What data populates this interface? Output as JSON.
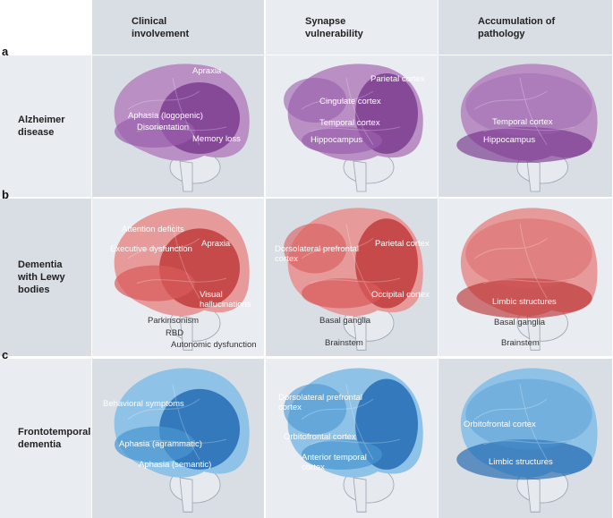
{
  "columns": [
    "Clinical involvement",
    "Synapse vulnerability",
    "Accumulation of pathology"
  ],
  "rows": [
    {
      "letter": "a",
      "name": "Alzheimer disease",
      "colors": {
        "base": "#b98fc4",
        "mid": "#9a5fae",
        "deep": "#6f2b86"
      },
      "cells": [
        [
          "Apraxia",
          "Aphasia (logopenic)",
          "Disorientation",
          "Memory loss"
        ],
        [
          "Parietal cortex",
          "Cingulate cortex",
          "Temporal cortex",
          "Hippocampus"
        ],
        [
          "Temporal cortex",
          "Hippocampus"
        ]
      ]
    },
    {
      "letter": "b",
      "name": "Dementia with Lewy bodies",
      "colors": {
        "base": "#e79a9a",
        "mid": "#d85a5a",
        "deep": "#b82828"
      },
      "cells": [
        [
          "Attention deficits",
          "Executive dysfunction",
          "Apraxia",
          "Visual hallucinations",
          "Parkinsonism",
          "RBD",
          "Autonomic dysfunction"
        ],
        [
          "Dorsolateral prefrontal cortex",
          "Parietal cortex",
          "Occipital cortex",
          "Basal ganglia",
          "Brainstem"
        ],
        [
          "Limbic structures",
          "Basal ganglia",
          "Brainstem"
        ]
      ]
    },
    {
      "letter": "c",
      "name": "Frontotemporal dementia",
      "colors": {
        "base": "#8ec2e6",
        "mid": "#4a95d0",
        "deep": "#0d5aa8"
      },
      "cells": [
        [
          "Behavioral symptoms",
          "Aphasia (agrammatic)",
          "Aphasia (semantic)"
        ],
        [
          "Dorsolateral prefrontal cortex",
          "Orbitofrontal cortex",
          "Anterior temporal cortex"
        ],
        [
          "Orbitofrontal cortex",
          "Limbic structures"
        ]
      ]
    }
  ]
}
